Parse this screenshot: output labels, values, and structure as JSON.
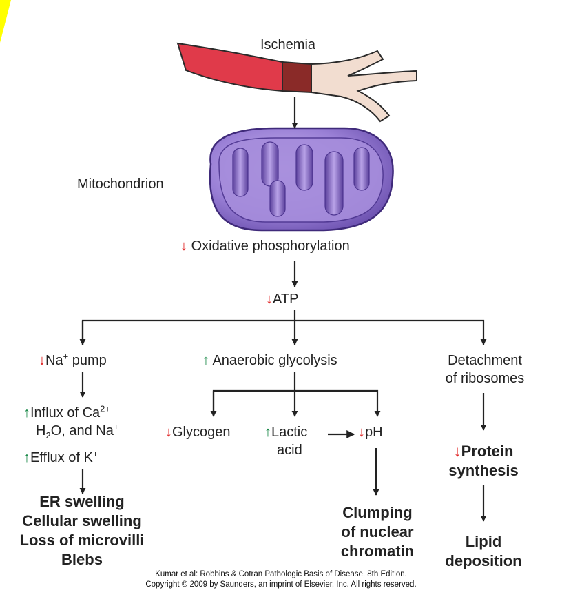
{
  "labels": {
    "ischemia": "Ischemia",
    "mitochondrion": "Mitochondrion",
    "oxidative": "Oxidative phosphorylation",
    "atp": "ATP",
    "na_pump_pre": "Na",
    "na_pump_sup": "+",
    "na_pump_post": " pump",
    "anaerobic": "Anaerobic glycolysis",
    "detach_1": "Detachment",
    "detach_2": "of ribosomes",
    "influx_pre": "Influx of Ca",
    "influx_sup": "2+",
    "h2o_h": "H",
    "h2o_sub": "2",
    "h2o_post": "O, and Na",
    "h2o_sup": "+",
    "efflux_pre": "Efflux of K",
    "efflux_sup": "+",
    "glycogen": "Glycogen",
    "lactic_1": "Lactic",
    "lactic_2": "acid",
    "ph": "pH",
    "protein_1": "Protein",
    "protein_2": "synthesis",
    "er_swelling": "ER swelling",
    "cellular_swelling": "Cellular swelling",
    "loss_microvilli": "Loss of microvilli",
    "blebs": "Blebs",
    "clumping_1": "Clumping",
    "clumping_2": "of nuclear",
    "clumping_3": "chromatin",
    "lipid_1": "Lipid",
    "lipid_2": "deposition"
  },
  "indicators": {
    "down": "↓",
    "up": "↑"
  },
  "colors": {
    "decrease": "#e02020",
    "increase": "#1b8a4a",
    "artery": "#e03a4a",
    "mitochondrion": "#8a6fc6",
    "corner": "#ffff00"
  },
  "credit": {
    "line1": "Kumar et al: Robbins & Cotran Pathologic Basis of Disease, 8th Edition.",
    "line2": "Copyright © 2009 by Saunders, an imprint of Elsevier, Inc. All rights reserved."
  }
}
